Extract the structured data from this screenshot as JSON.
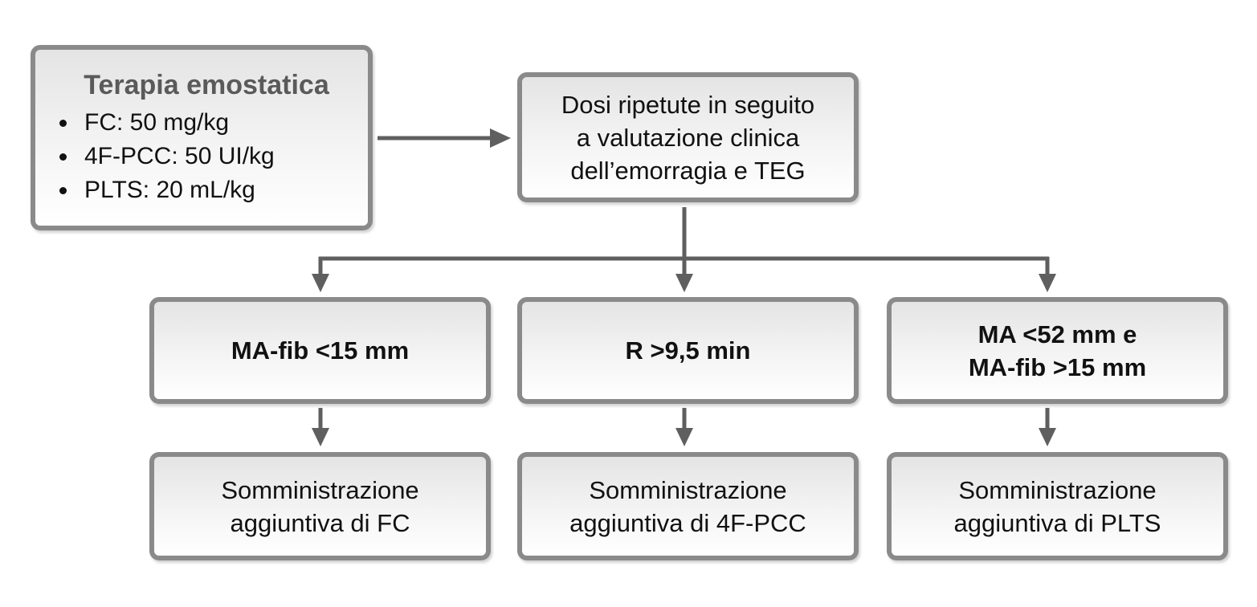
{
  "therapy": {
    "title": "Terapia emostatica",
    "items": [
      "FC: 50 mg/kg",
      "4F-PCC: 50 UI/kg",
      "PLTS: 20 mL/kg"
    ]
  },
  "repeat": {
    "lines": [
      "Dosi ripetute in seguito",
      "a valutazione clinica",
      "dell’emorragia e TEG"
    ]
  },
  "conditions": [
    {
      "lines": [
        "MA-fib <15 mm"
      ]
    },
    {
      "lines": [
        "R >9,5 min"
      ]
    },
    {
      "lines": [
        "MA <52 mm e",
        "MA-fib >15 mm"
      ]
    }
  ],
  "actions": [
    {
      "lines": [
        "Somministrazione",
        "aggiuntiva di FC"
      ]
    },
    {
      "lines": [
        "Somministrazione",
        "aggiuntiva di 4F-PCC"
      ]
    },
    {
      "lines": [
        "Somministrazione",
        "aggiuntiva di PLTS"
      ]
    }
  ],
  "colors": {
    "border": "#8a8a8a",
    "arrow": "#5f5f5f",
    "title_text": "#5a5a5a",
    "text": "#111111"
  }
}
